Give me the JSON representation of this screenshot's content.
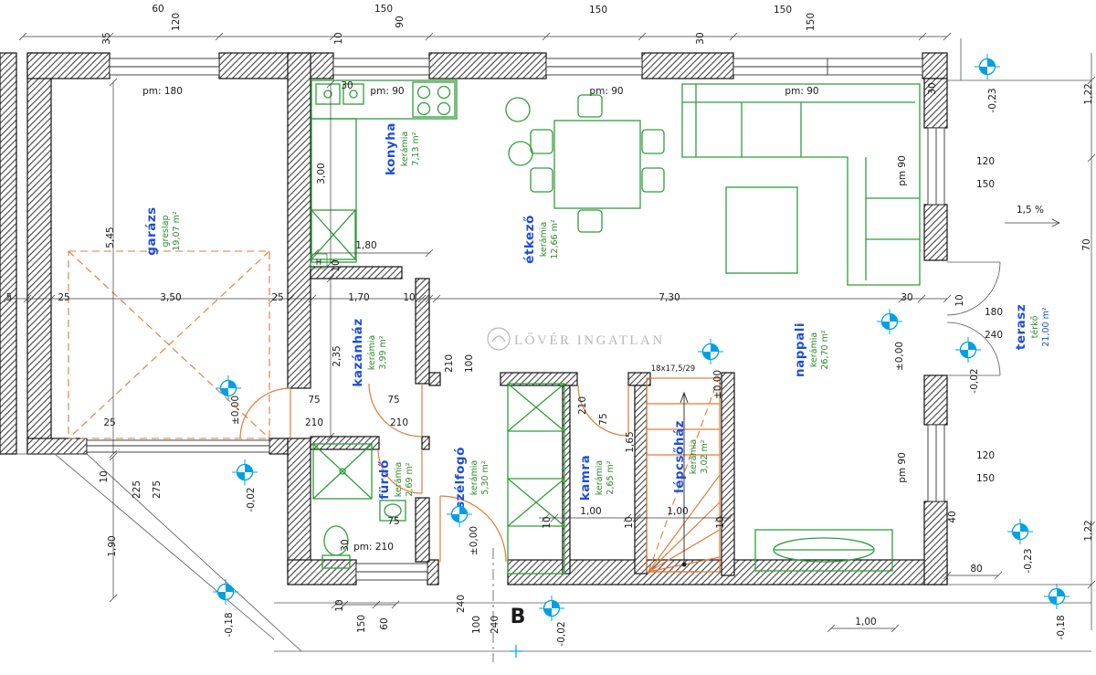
{
  "watermark": "LŐVÉR INGATLAN",
  "section_marker": "B",
  "slope_label": "1,5 %",
  "stair_label": "18x17,5/29",
  "boiler_label": "H",
  "rooms": [
    {
      "name": "garázs",
      "material": "greslap",
      "area": "19,07 m²"
    },
    {
      "name": "konyha",
      "material": "kerámia",
      "area": "7,13 m²"
    },
    {
      "name": "étkező",
      "material": "kerámia",
      "area": "12,66 m²"
    },
    {
      "name": "nappali",
      "material": "kerámia",
      "area": "26,70 m²"
    },
    {
      "name": "kazánház",
      "material": "kerámia",
      "area": "3,99 m²"
    },
    {
      "name": "fürdő",
      "material": "kerámia",
      "area": "2,69 m²"
    },
    {
      "name": "szélfogó",
      "material": "kerámia",
      "area": "5,30 m²"
    },
    {
      "name": "kamra",
      "material": "kerámia",
      "area": "2,65 m²"
    },
    {
      "name": "lépcsőház",
      "material": "kerámia",
      "area": "3,02 m²"
    },
    {
      "name": "terasz",
      "material": "térkő",
      "area": "21,00 m²"
    }
  ],
  "parapets": [
    "pm: 180",
    "pm: 90",
    "pm: 90",
    "pm: 90",
    "pm 90",
    "pm 90",
    "pm: 210"
  ],
  "elevations": [
    "-0,23",
    "±0,00",
    "-0,02",
    "-0,18",
    "±0,00",
    "±0,00",
    "±0,00",
    "-0,02",
    "-0,23",
    "-0,18",
    "-0,02"
  ],
  "dims": [
    "60",
    "120",
    "35",
    "10",
    "150",
    "90",
    "30",
    "150",
    "30",
    "150",
    "150",
    "30",
    "5,45",
    "5",
    "25",
    "3,50",
    "25",
    "1,80",
    "3,00",
    "10",
    "1,70",
    "10",
    "7,30",
    "30",
    "10",
    "180",
    "240",
    "120",
    "150",
    "120",
    "150",
    "2,35",
    "75",
    "210",
    "75",
    "210",
    "210",
    "100",
    "210",
    "75",
    "1,65",
    "10",
    "1,00",
    "10",
    "1,00",
    "10",
    "75",
    "30",
    "25",
    "10",
    "275",
    "225",
    "1,90",
    "10",
    "150",
    "60",
    "240",
    "100",
    "240",
    "1,00",
    "80",
    "40",
    "70",
    "1,22",
    "1,22"
  ],
  "colors": {
    "room_label": "#1d4ed8",
    "material_label": "#2e8b2e",
    "furniture": "#2e9e3a",
    "stairs_doors": "#e07b39",
    "elevation_marker": "#00a1e4",
    "walls": "#1a1a1a"
  }
}
